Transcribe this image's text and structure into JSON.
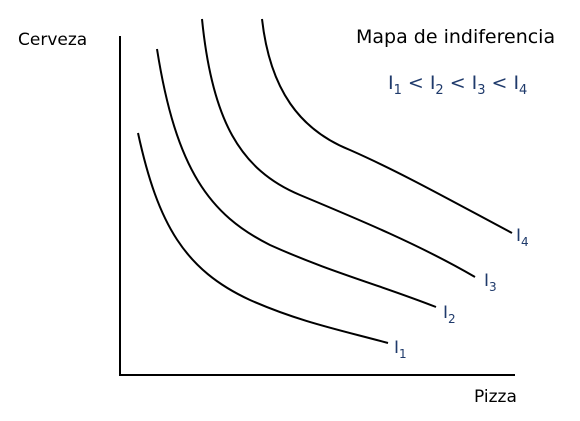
{
  "title": "Mapa de indiferencia",
  "y_axis_label": "Cerveza",
  "x_axis_label": "Pizza",
  "ordering": {
    "letter": "I",
    "separator": "<",
    "subscripts": [
      "1",
      "2",
      "3",
      "4"
    ]
  },
  "curves": [
    {
      "letter": "I",
      "subscript": "1"
    },
    {
      "letter": "I",
      "subscript": "2"
    },
    {
      "letter": "I",
      "subscript": "3"
    },
    {
      "letter": "I",
      "subscript": "4"
    }
  ],
  "colors": {
    "axis": "#000000",
    "curve": "#000000",
    "label_blue": "#1f3a6b"
  }
}
